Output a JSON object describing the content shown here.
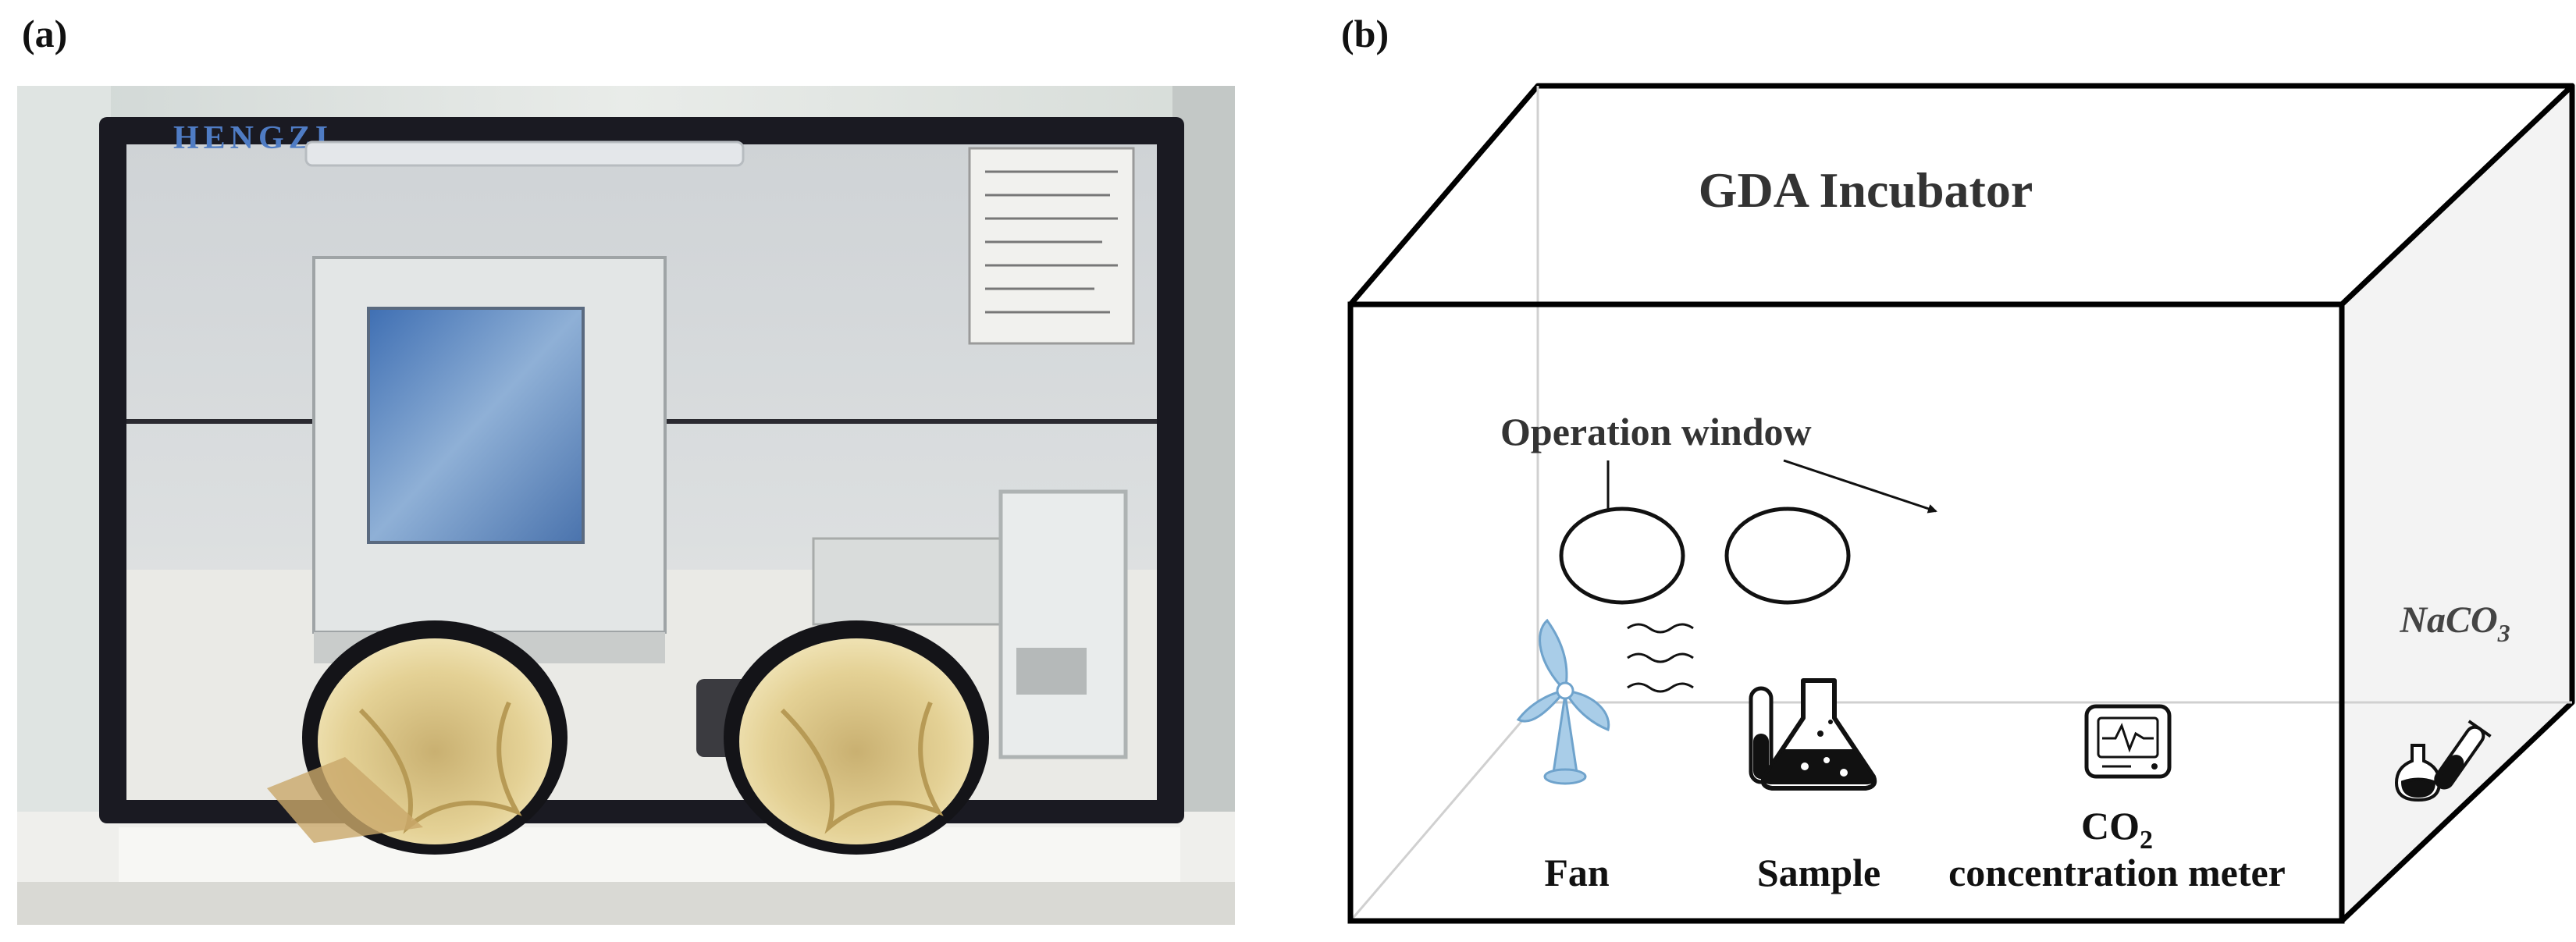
{
  "panels": {
    "a": {
      "label": "(a)",
      "brand_text": "HENGZI"
    },
    "b": {
      "label": "(b)",
      "title": "GDA Incubator",
      "operation_window_label": "Operation window",
      "fan_label": "Fan",
      "sample_label": "Sample",
      "co2_label_main": "CO",
      "co2_label_sub": "2",
      "co2_label_line2": "concentration meter",
      "naco3_main": "NaCO",
      "naco3_sub": "3"
    }
  },
  "icons": [
    "fan-icon",
    "air-flow-icon",
    "test-tube-icon",
    "flask-icon",
    "monitor-icon",
    "chemistry-icon"
  ],
  "colors": {
    "box_edge": "#000000",
    "hidden_edge": "#d0d0d0",
    "fan_blue": "#a9cde8",
    "title_gray": "#333333",
    "glove": "#e6d49a",
    "frame": "#1a1a22"
  }
}
